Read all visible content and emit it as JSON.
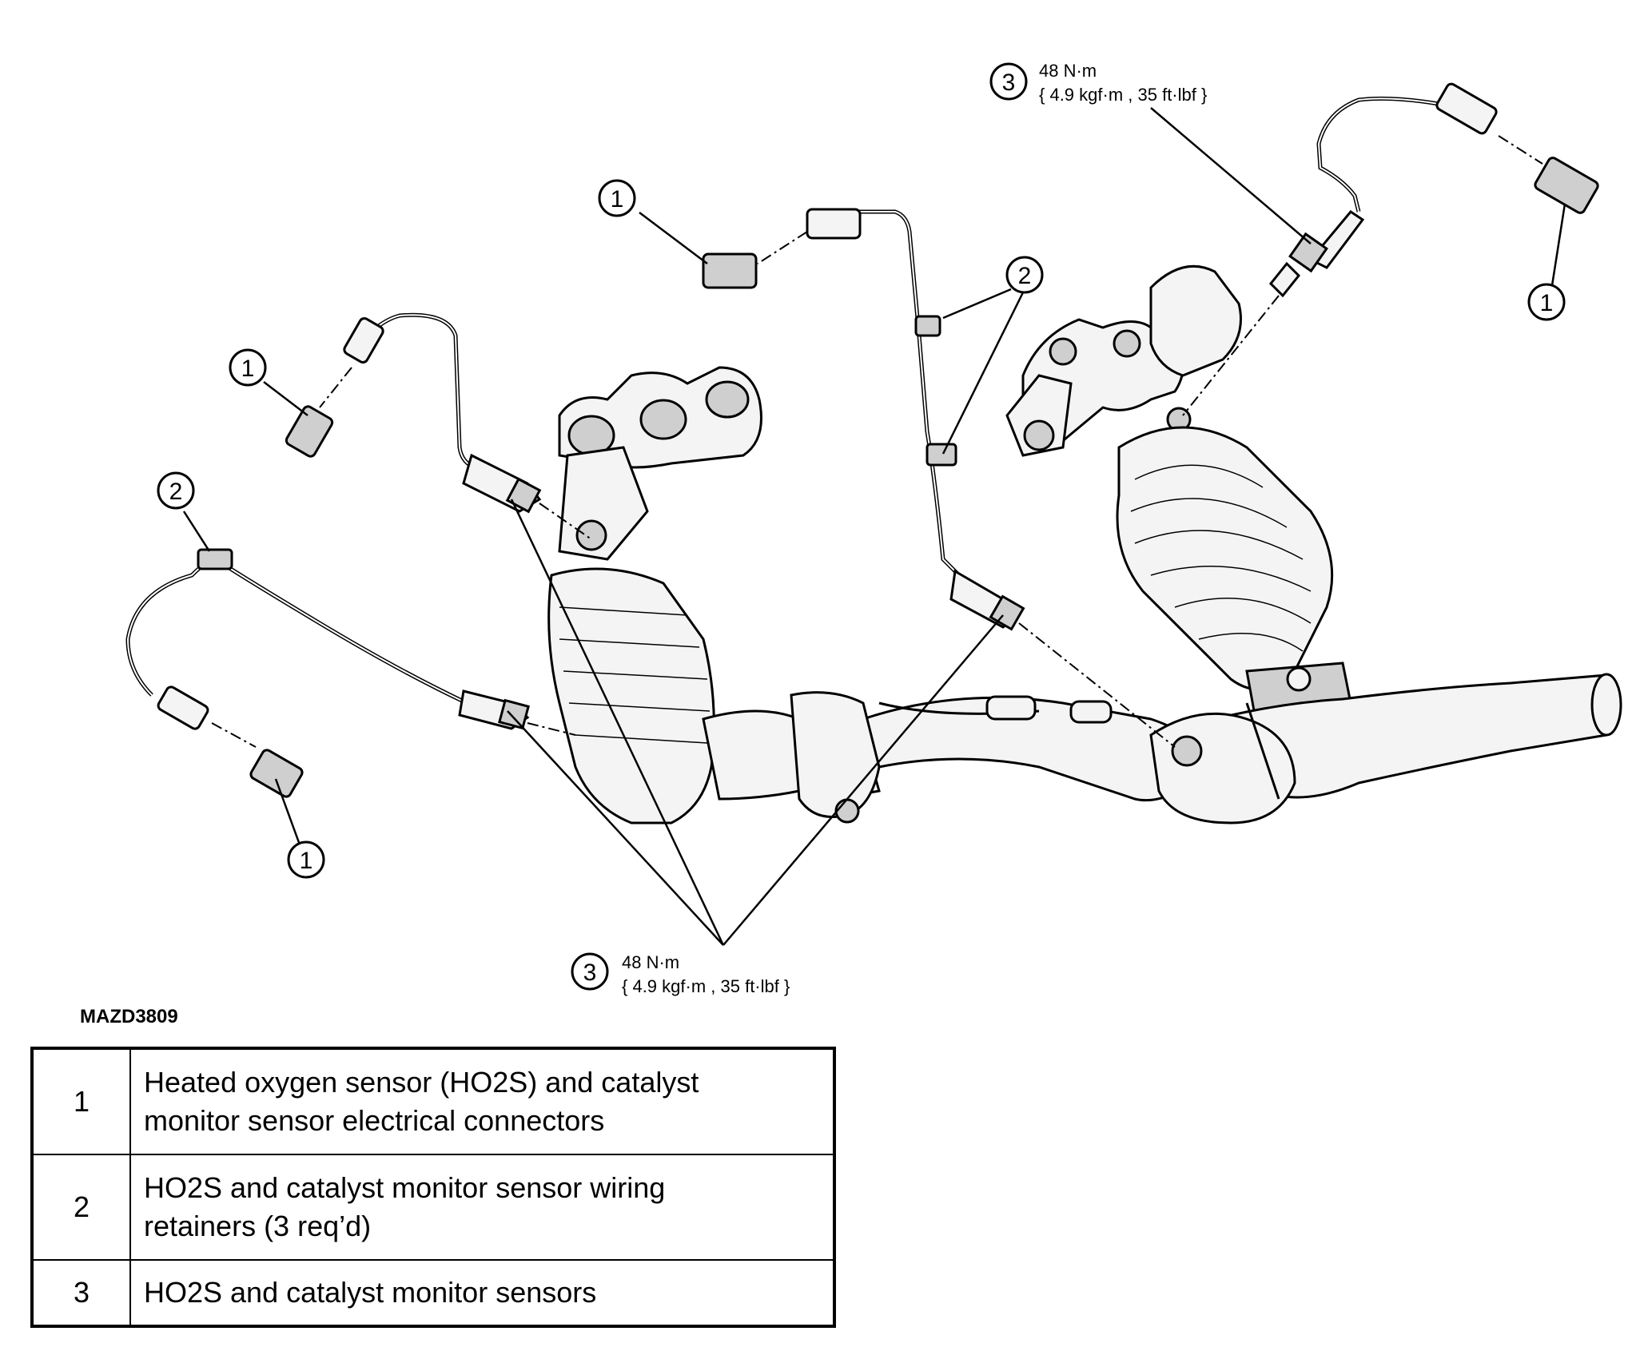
{
  "figure": {
    "id": "MAZD3809",
    "callouts": [
      {
        "number": "1"
      },
      {
        "number": "2"
      },
      {
        "number": "3"
      }
    ],
    "torque_top": {
      "value": "48 N·m",
      "alt": "{ 4.9 kgf·m , 35 ft·lbf }"
    },
    "torque_bottom": {
      "value": "48 N·m",
      "alt": "{ 4.9 kgf·m , 35 ft·lbf }"
    }
  },
  "legend": [
    {
      "number": "1",
      "line1": "Heated oxygen sensor (HO2S) and catalyst",
      "line2": "monitor sensor electrical connectors"
    },
    {
      "number": "2",
      "line1": "HO2S and catalyst monitor sensor wiring",
      "line2": "retainers (3 req’d)"
    },
    {
      "number": "3",
      "line1": "HO2S and catalyst monitor sensors",
      "line2": ""
    }
  ]
}
